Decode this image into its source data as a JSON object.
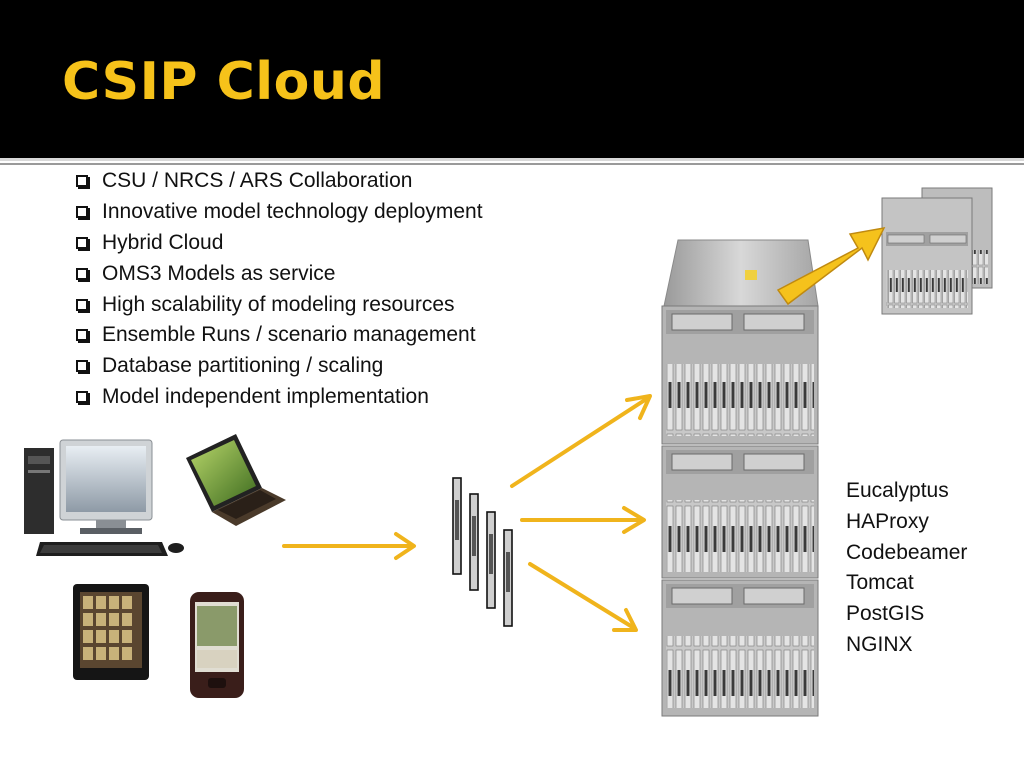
{
  "slide": {
    "title": "CSIP Cloud",
    "bullets": [
      "CSU / NRCS / ARS Collaboration",
      "Innovative model technology deployment",
      "Hybrid Cloud",
      "OMS3 Models as service",
      "High scalability of modeling resources",
      "Ensemble Runs / scenario management",
      "Database partitioning / scaling",
      "Model independent implementation"
    ],
    "software": [
      "Eucalyptus",
      "HAProxy",
      "Codebeamer",
      "Tomcat",
      "PostGIS",
      "NGINX"
    ]
  },
  "colors": {
    "title": "#f6c21a",
    "arrow": "#f0b41c",
    "header": "#000000"
  },
  "icons": [
    "desktop-computer-icon",
    "laptop-icon",
    "tablet-icon",
    "smartphone-icon",
    "server-blade-icon",
    "server-rack-icon",
    "remote-cloud-servers-icon",
    "arrow-icon"
  ]
}
